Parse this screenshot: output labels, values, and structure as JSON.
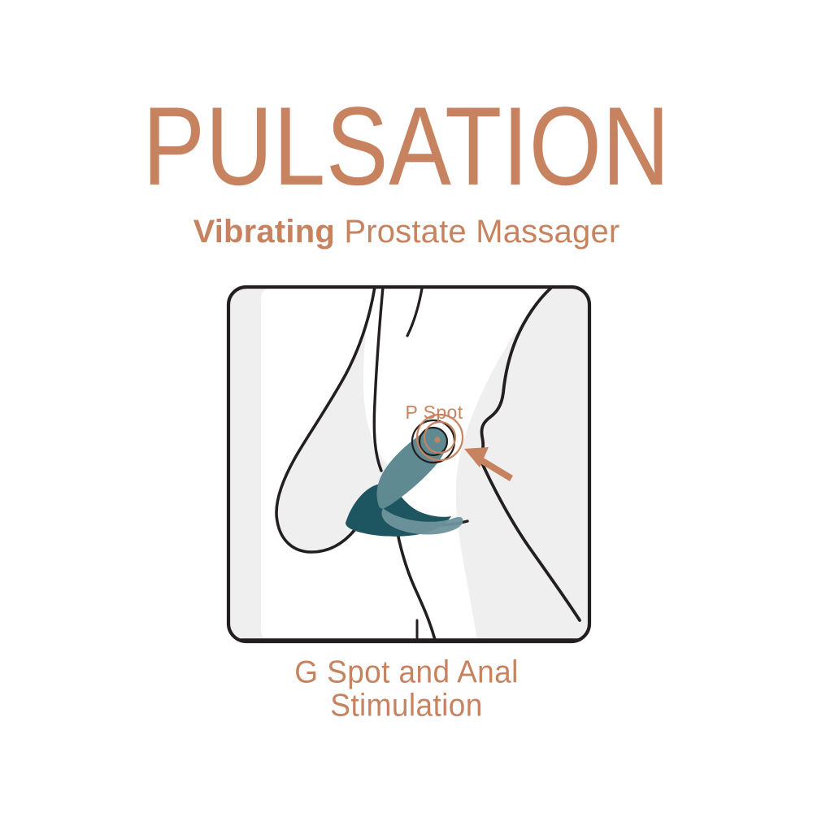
{
  "brand": {
    "accent_color": "#c7835f",
    "outline_color": "#231f20",
    "frame_fill": "#efefef",
    "device_light_teal": "#5f8a91",
    "device_dark_teal": "#1d5560",
    "background": "#ffffff"
  },
  "header": {
    "title": "PULSATION",
    "subtitle_bold": "Vibrating",
    "subtitle_regular": "Prostate Massager"
  },
  "illustration": {
    "frame_label": "anatomical-diagram-frame",
    "body_label": "human-body-side-silhouette",
    "device_label": "prostate-massager-device",
    "marker": {
      "label": "P Spot",
      "marker_name": "target-rings",
      "arrow_name": "pointer-arrow"
    }
  },
  "caption": {
    "line1": "G Spot and Anal",
    "line2": "Stimulation"
  }
}
